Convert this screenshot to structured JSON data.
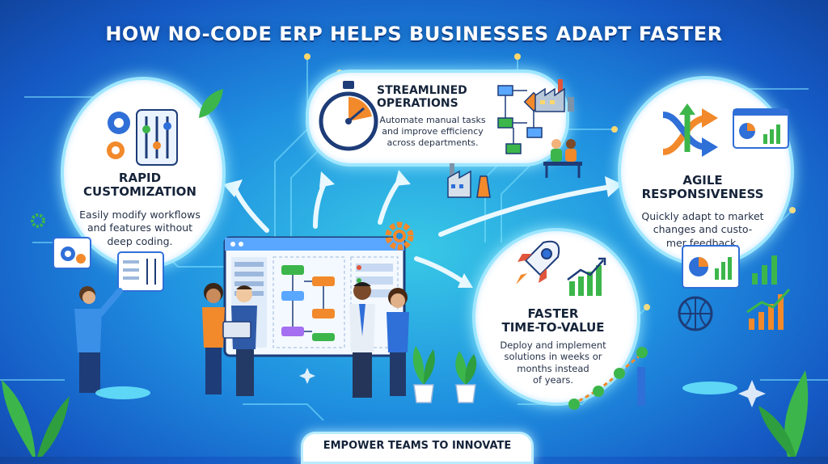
{
  "title": "HOW NO-CODE ERP HELPS BUSINESSES ADAPT FASTER",
  "sections": {
    "rapid": {
      "heading_line1": "RAPID",
      "heading_line2": "CUSTOMIZATION",
      "desc_line1": "Easily modify workflows",
      "desc_line2": "and features without",
      "desc_line3": "deep coding."
    },
    "streamlined": {
      "heading_line1": "STREAMLINED",
      "heading_line2": "OPERATIONS",
      "desc_line1": "Automate manual tasks",
      "desc_line2": "and improve efficiency",
      "desc_line3": "across departments."
    },
    "agile": {
      "heading_line1": "AGILE",
      "heading_line2": "RESPONSIVENESS",
      "desc_line1": "Quickly adapt to market",
      "desc_line2": "changes and custo-",
      "desc_line3": "mer feedback."
    },
    "faster": {
      "heading_line1": "FASTER",
      "heading_line2": "TIME-TO-VALUE",
      "desc_line1": "Deploy and implement",
      "desc_line2": "solutions in weeks or",
      "desc_line3": "months instead",
      "desc_line4": "of years."
    }
  },
  "footer": "EMPOWER TEAMS TO INNOVATE",
  "colors": {
    "background": "#1f8fe0",
    "accent_orange": "#f2892b",
    "accent_green": "#3cb64a",
    "accent_blue": "#2f6fd8",
    "bubble_glow": "#9ee6ff"
  }
}
